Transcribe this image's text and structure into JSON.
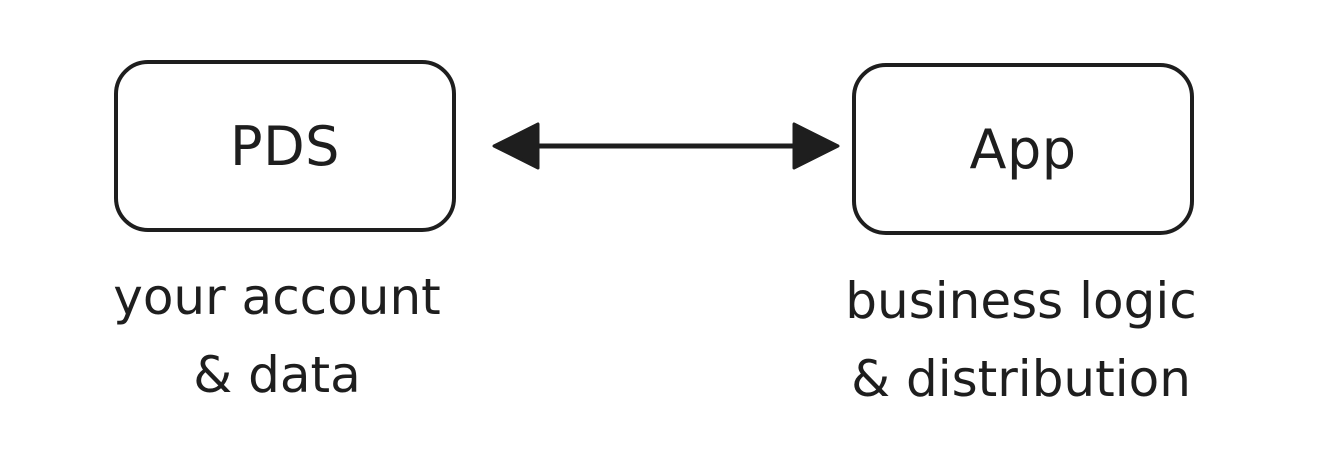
{
  "diagram": {
    "nodes": [
      {
        "id": "pds",
        "label": "PDS"
      },
      {
        "id": "app",
        "label": "App"
      }
    ],
    "captions": {
      "pds": [
        "your account",
        "& data"
      ],
      "app": [
        "business logic",
        "& distribution"
      ]
    },
    "edges": [
      {
        "from": "pds",
        "to": "app",
        "direction": "bidirectional"
      }
    ],
    "colors": {
      "stroke": "#1e1e1e",
      "background": "#ffffff"
    }
  }
}
